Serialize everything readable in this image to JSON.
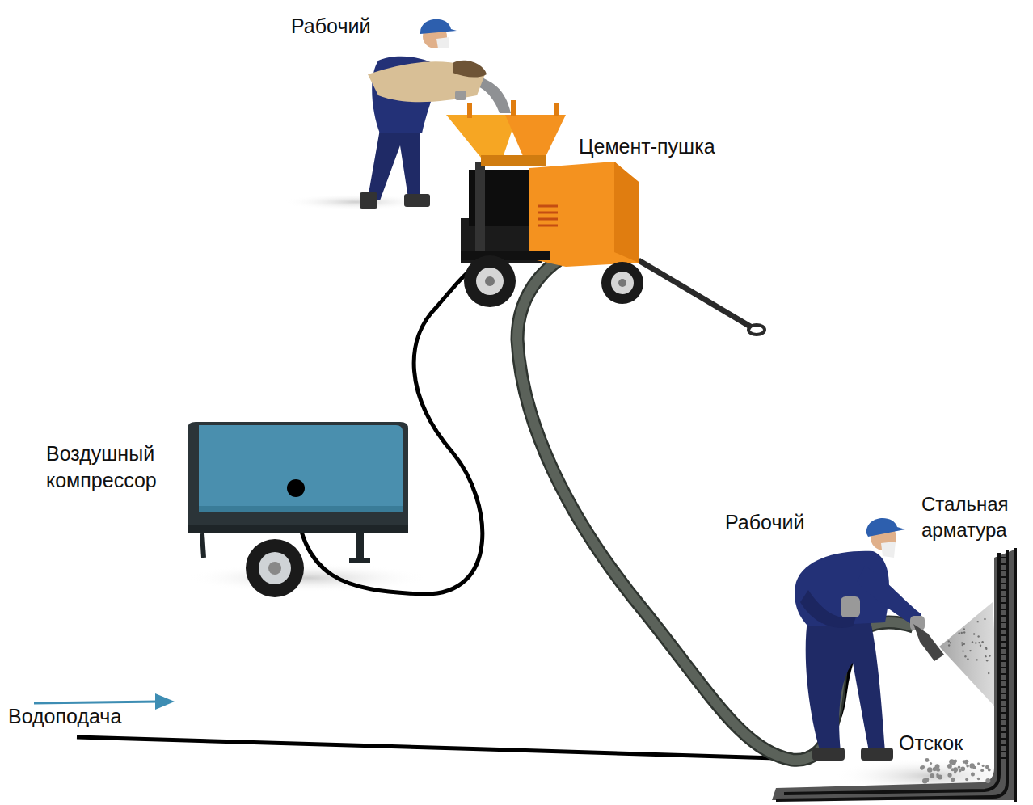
{
  "diagram": {
    "labels": [
      "Рабочий",
      "Цемент-пушка",
      "Воздушный компрессор",
      "Рабочий",
      "Стальная арматура",
      "Водоподача",
      "Отскок"
    ]
  }
}
